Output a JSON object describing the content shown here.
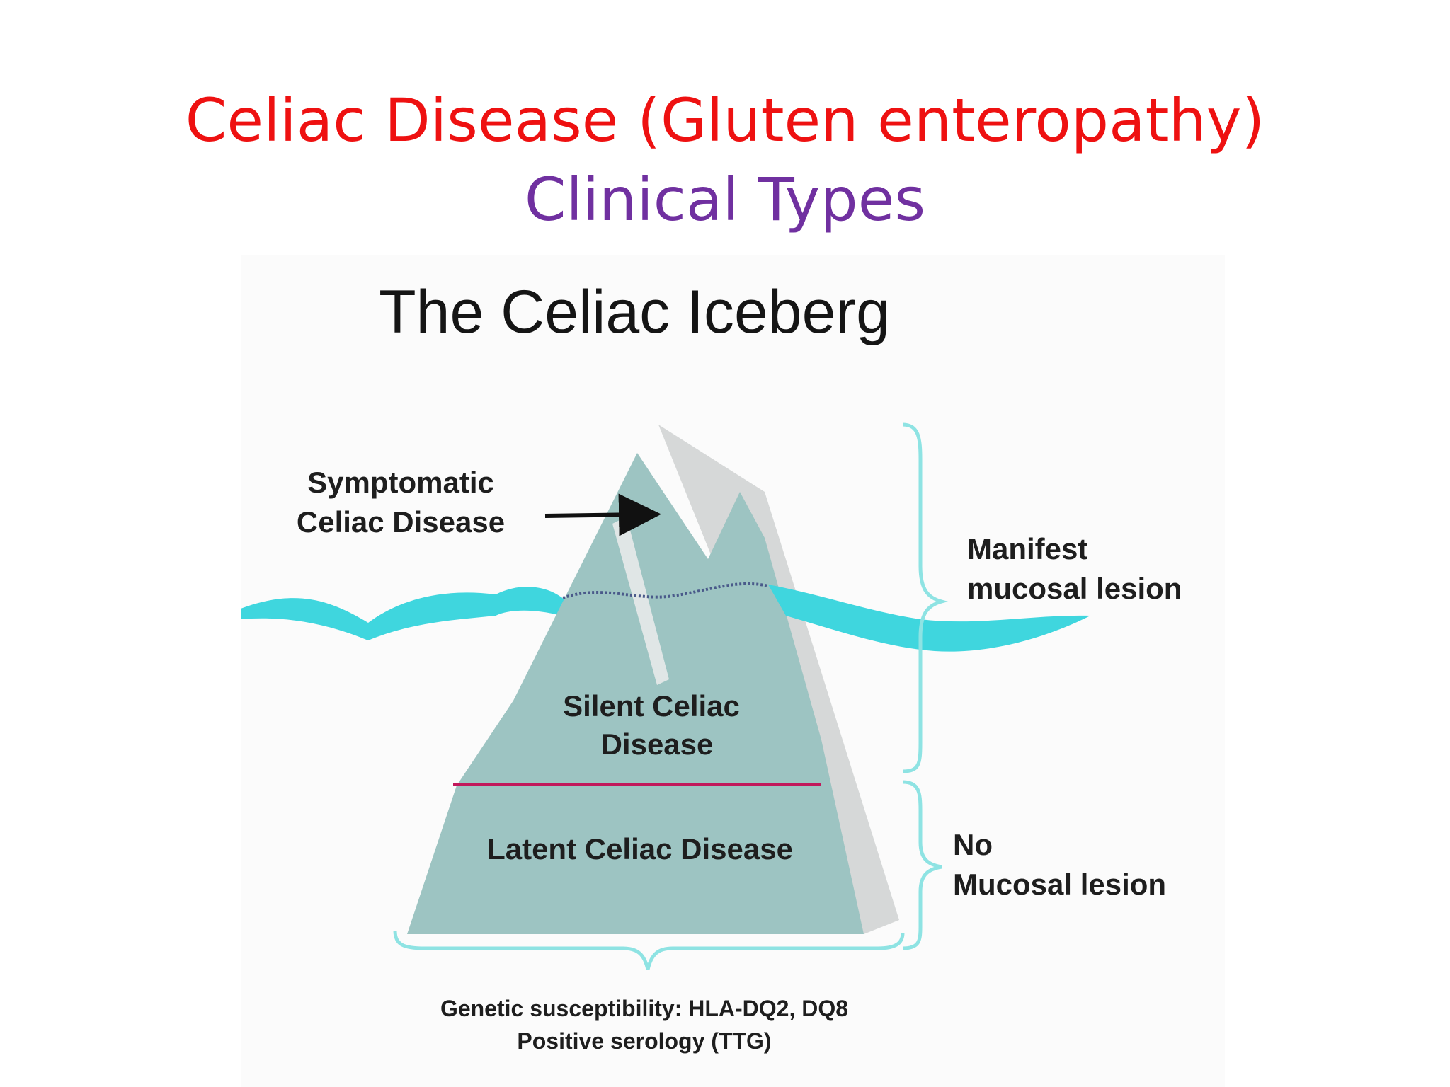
{
  "slide": {
    "title": "Celiac Disease (Gluten enteropathy)",
    "subtitle": "Clinical Types"
  },
  "diagram": {
    "heading": "The Celiac Iceberg",
    "symptomatic": {
      "line1": "Symptomatic",
      "line2": "Celiac Disease"
    },
    "silent": {
      "line1": "Silent Celiac",
      "line2": "Disease"
    },
    "latent": "Latent Celiac Disease",
    "manifest": {
      "line1": "Manifest",
      "line2": "mucosal lesion"
    },
    "no_lesion": {
      "line1": "No",
      "line2": "Mucosal lesion"
    },
    "footer": {
      "line1": "Genetic susceptibility: HLA-DQ2, DQ8",
      "line2": "Positive serology (TTG)"
    }
  },
  "colors": {
    "title": "#ee1111",
    "subtitle": "#7030a0",
    "iceberg": "#9dc4c2",
    "iceberg_side": "#d6d8d8",
    "water": "#3fd6de",
    "brace": "#8ee3e3",
    "divider": "#c2185b"
  }
}
